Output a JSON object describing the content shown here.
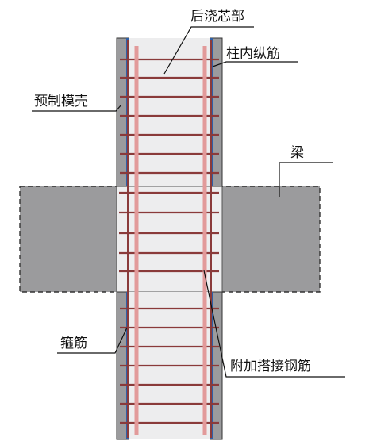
{
  "labels": {
    "core": "后浇芯部",
    "longitudinal": "柱内纵筋",
    "shell": "预制模壳",
    "beam": "梁",
    "stirrup": "箍筋",
    "lap_bar": "附加搭接钢筋"
  },
  "colors": {
    "shell_gray": "#9b9b9d",
    "core_fill": "#ededee",
    "rebar": "#8a3a3a",
    "lap_bar": "#e29a9a",
    "liner_blue": "#2f5fa6",
    "dash_outline": "#333333"
  }
}
